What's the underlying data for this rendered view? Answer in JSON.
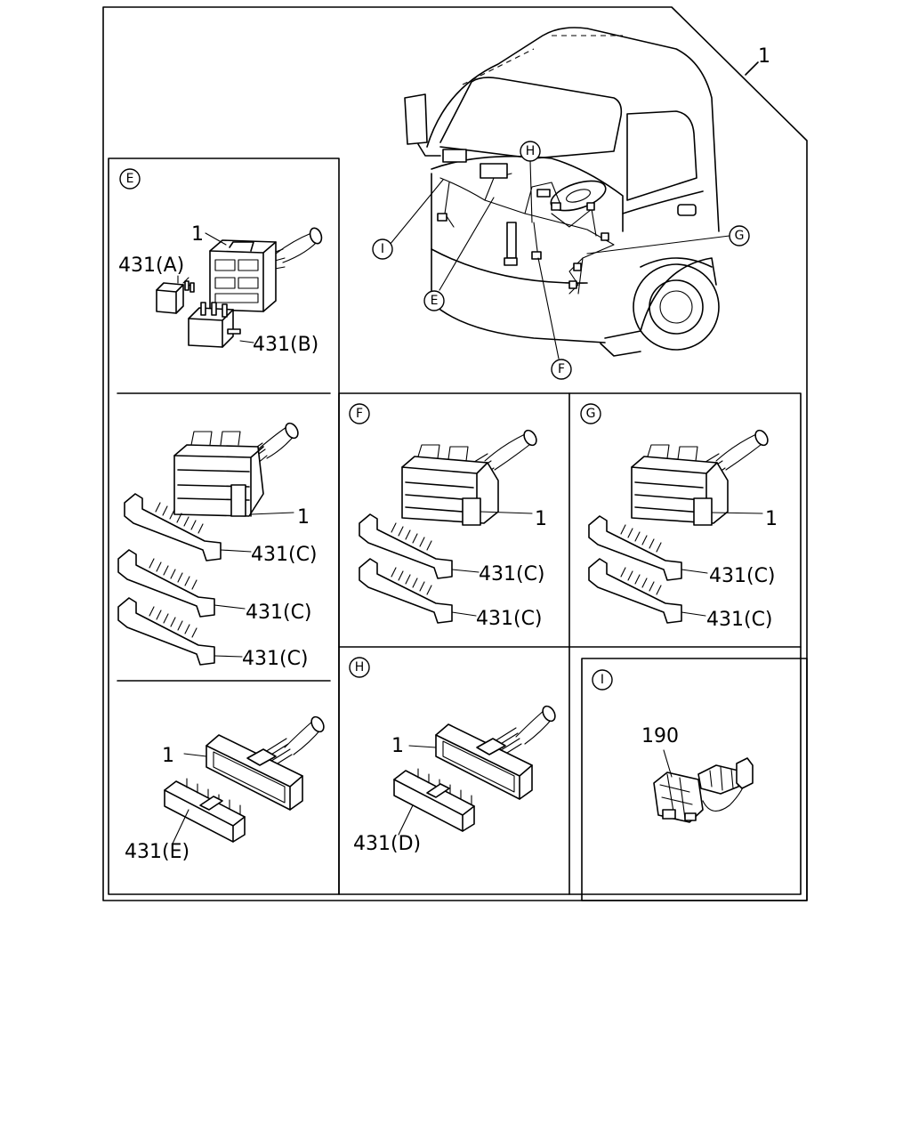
{
  "main_callout": "1",
  "views": {
    "E": {
      "letter": "E",
      "top": {
        "conn": "1",
        "a": "431(A)",
        "b": "431(B)"
      },
      "mid": {
        "conn": "1",
        "c1": "431(C)",
        "c2": "431(C)",
        "c3": "431(C)"
      },
      "bot": {
        "conn": "1",
        "e": "431(E)"
      }
    },
    "F": {
      "letter": "F",
      "conn": "1",
      "c1": "431(C)",
      "c2": "431(C)"
    },
    "G": {
      "letter": "G",
      "conn": "1",
      "c1": "431(C)",
      "c2": "431(C)"
    },
    "H": {
      "letter": "H",
      "conn": "1",
      "d": "431(D)"
    },
    "I": {
      "letter": "I",
      "part": "190"
    }
  },
  "truck_pointers": {
    "E": "E",
    "F": "F",
    "G": "G",
    "H": "H",
    "I": "I"
  }
}
